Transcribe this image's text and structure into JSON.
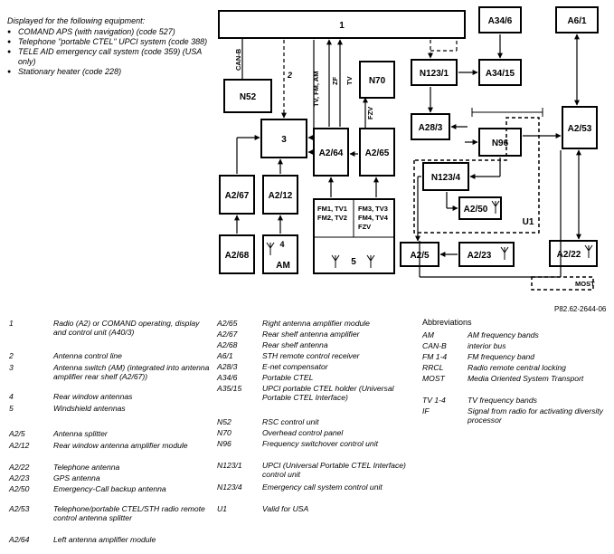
{
  "intro": {
    "heading": "Displayed for the following equipment:",
    "items": [
      "COMAND APS (with navigation) (code 527)",
      "Telephone \"portable CTEL\" UPCI system (code 388)",
      "TELE AID emergency call system (code 359) (USA only)",
      "Stationary heater (code 228)"
    ]
  },
  "diagram": {
    "blocks": {
      "b1": "1",
      "n52": "N52",
      "b3": "3",
      "a267": "A2/67",
      "a212": "A2/12",
      "a268": "A2/68",
      "b4": "4",
      "b4am": "AM",
      "a264": "A2/64",
      "a265": "A2/65",
      "n70": "N70",
      "a346": "A34/6",
      "n1231": "N123/1",
      "a3415": "A34/15",
      "a283": "A28/3",
      "n96": "N96",
      "n1234": "N123/4",
      "a250": "A2/50",
      "u1": "U1",
      "a25": "A2/5",
      "a223": "A2/23",
      "a61": "A6/1",
      "a253": "A2/53",
      "a222": "A2/22",
      "b5": "5"
    },
    "lines": {
      "canb": "CAN-B",
      "l2": "2",
      "tv_fm_am": "TV, FM, AM",
      "zf": "ZF",
      "tv": "TV",
      "fzv": "FZV",
      "most": "MOST"
    },
    "windshield": {
      "left": [
        "FM1, TV1",
        "FM2, TV2"
      ],
      "right": [
        "FM3, TV3",
        "FM4, TV4",
        "FZV"
      ]
    }
  },
  "ref_code": "P82.62-2644-06",
  "legend_numbers": [
    {
      "code": "1",
      "desc": "Radio (A2) or COMAND operating, display and control unit (A40/3)"
    },
    {
      "code": "2",
      "desc": "Antenna control line"
    },
    {
      "code": "3",
      "desc": "Antenna switch (AM) (integrated into antenna amplifier rear shelf (A2/67))"
    },
    {
      "code": "4",
      "desc": "Rear window antennas"
    },
    {
      "code": "5",
      "desc": "Windshield antennas"
    }
  ],
  "legend_components_a": [
    {
      "code": "A2/5",
      "desc": "Antenna splitter"
    },
    {
      "code": "A2/12",
      "desc": "Rear window antenna amplifier module"
    },
    {
      "code": "A2/22",
      "desc": "Telephone antenna"
    },
    {
      "code": "A2/23",
      "desc": "GPS antenna"
    },
    {
      "code": "A2/50",
      "desc": "Emergency-Call backup antenna"
    },
    {
      "code": "A2/53",
      "desc": "Telephone/portable CTEL/STH radio remote control antenna splitter"
    },
    {
      "code": "A2/64",
      "desc": "Left antenna amplifier module"
    }
  ],
  "legend_components_b": [
    {
      "code": "A2/65",
      "desc": "Right antenna amplifier module"
    },
    {
      "code": "A2/67",
      "desc": "Rear shelf antenna amplifier"
    },
    {
      "code": "A2/68",
      "desc": "Rear shelf antenna"
    },
    {
      "code": "A6/1",
      "desc": "STH remote control receiver"
    },
    {
      "code": "A28/3",
      "desc": "E-net compensator"
    },
    {
      "code": "A34/6",
      "desc": "Portable CTEL"
    },
    {
      "code": "A35/15",
      "desc": "UPCI portable CTEL holder (Universal Portable CTEL Interface)"
    },
    {
      "code": "N52",
      "desc": "RSC control unit"
    },
    {
      "code": "N70",
      "desc": "Overhead control panel"
    },
    {
      "code": "N96",
      "desc": "Frequency switchover control unit"
    },
    {
      "code": "N123/1",
      "desc": "UPCI (Universal Portable CTEL Interface) control unit"
    },
    {
      "code": "N123/4",
      "desc": "Emergency call system control unit"
    },
    {
      "code": "U1",
      "desc": "Valid for USA"
    }
  ],
  "abbreviations": {
    "title": "Abbreviations",
    "items": [
      {
        "code": "AM",
        "desc": "AM frequency bands"
      },
      {
        "code": "CAN-B",
        "desc": "interior bus"
      },
      {
        "code": "FM 1-4",
        "desc": "FM frequency band"
      },
      {
        "code": "RRCL",
        "desc": "Radio remote central locking"
      },
      {
        "code": "MOST",
        "desc": "Media Oriented System Transport"
      },
      {
        "code": "TV 1-4",
        "desc": "TV frequency bands"
      },
      {
        "code": "IF",
        "desc": "Signal from radio for activating diversity processor"
      }
    ]
  }
}
